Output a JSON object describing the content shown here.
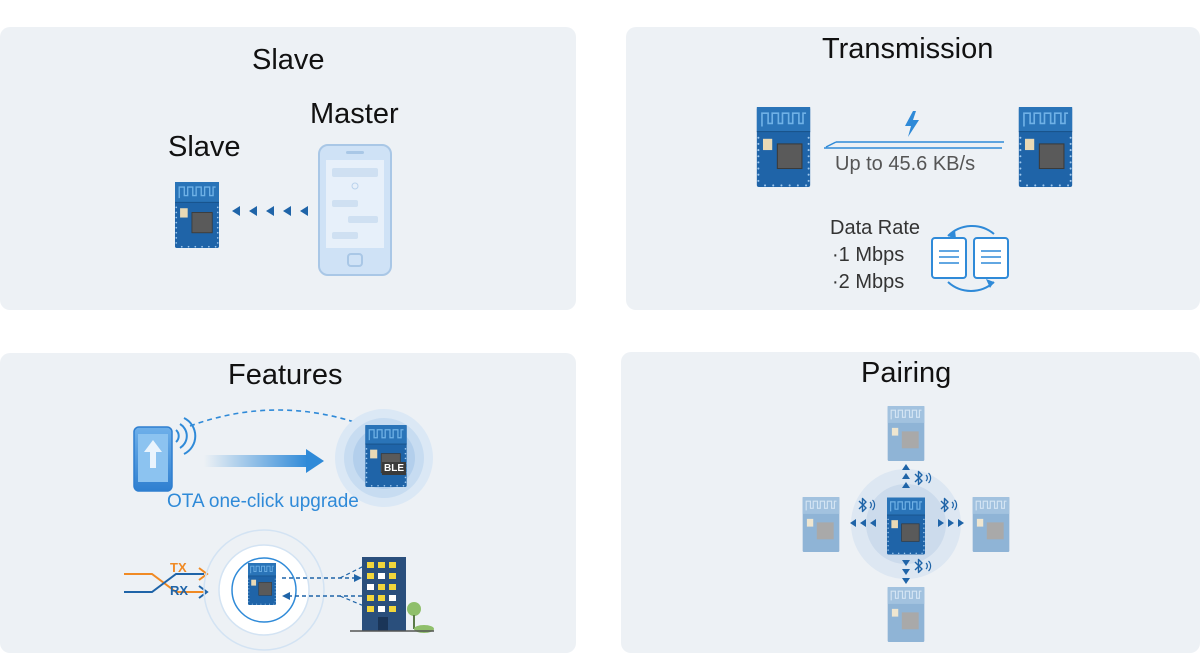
{
  "panels": {
    "slave": {
      "title": "Slave",
      "master_label": "Master",
      "slave_label": "Slave"
    },
    "transmission": {
      "title": "Transmission",
      "speed": "Up to 45.6 KB/s",
      "data_rate_title": "Data Rate",
      "rates": [
        "·1 Mbps",
        "·2 Mbps"
      ]
    },
    "features": {
      "title": "Features",
      "ota_label": "OTA one-click upgrade",
      "tx_label": "TX",
      "rx_label": "RX",
      "chip_label": "BLE"
    },
    "pairing": {
      "title": "Pairing"
    }
  },
  "colors": {
    "panel_bg": "#edf1f5",
    "module_blue": "#1f64a8",
    "accent_blue": "#2f8ad8",
    "tx_orange": "#f08a24"
  }
}
